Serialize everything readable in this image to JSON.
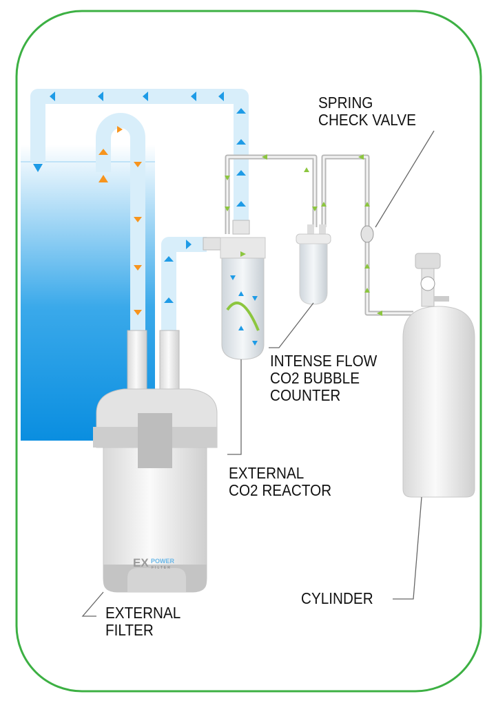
{
  "labels": {
    "check_valve": [
      "SPRING",
      "CHECK VALVE"
    ],
    "bubble_counter": [
      "INTENSE FLOW",
      "CO2 BUBBLE",
      "COUNTER"
    ],
    "reactor": [
      "EXTERNAL",
      "CO2 REACTOR"
    ],
    "cylinder": [
      "CYLINDER"
    ],
    "filter": [
      "EXTERNAL",
      "FILTER"
    ]
  },
  "logo": {
    "brand": "EX POWER",
    "sub": "FILTER"
  },
  "colors": {
    "border": "#3cb043",
    "water": "#0a8ee0",
    "water_flow_arrow": "#1e9be6",
    "intake_arrow": "#f7941d",
    "co2_arrow": "#8cc63f",
    "tube": "#d8eefa"
  }
}
